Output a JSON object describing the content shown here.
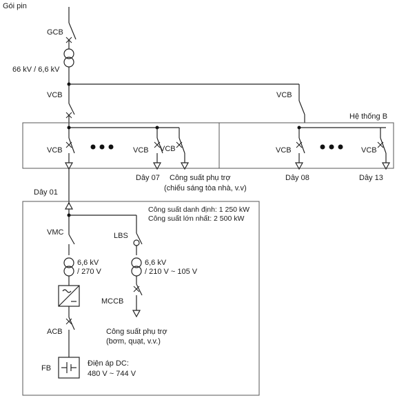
{
  "battery_label": "Gói pin",
  "gcb_label": "GCB",
  "main_transformer_label": "66 kV / 6,6 kV",
  "vcb_label": "VCB",
  "system_b_label": "Hệ thống B",
  "feeders": {
    "line07": "Dây 07",
    "line08": "Dây 08",
    "line13": "Dây 13",
    "line01": "Dây 01"
  },
  "aux_power_top": {
    "line1": "Công suất phụ trợ",
    "line2": "(chiếu sáng tòa nhà, v.v)"
  },
  "ratings": {
    "rated": "Công suất danh định: 1 250 kW",
    "max": "Công suất lớn nhất: 2 500 kW"
  },
  "vmc_label": "VMC",
  "lbs_label": "LBS",
  "pcs_transformer": {
    "line1": "6,6 kV",
    "line2": "/ 270 V"
  },
  "aux_transformer": {
    "line1": "6,6 kV",
    "line2": "/ 210 V ~ 105 V"
  },
  "mccb_label": "MCCB",
  "aux_power_bottom": {
    "line1": "Công suất phụ trợ",
    "line2": "(bơm, quạt, v.v.)"
  },
  "acb_label": "ACB",
  "fb_label": "FB",
  "dc_voltage": {
    "line1": "Điện áp DC:",
    "line2": "480 V ~ 744 V"
  }
}
